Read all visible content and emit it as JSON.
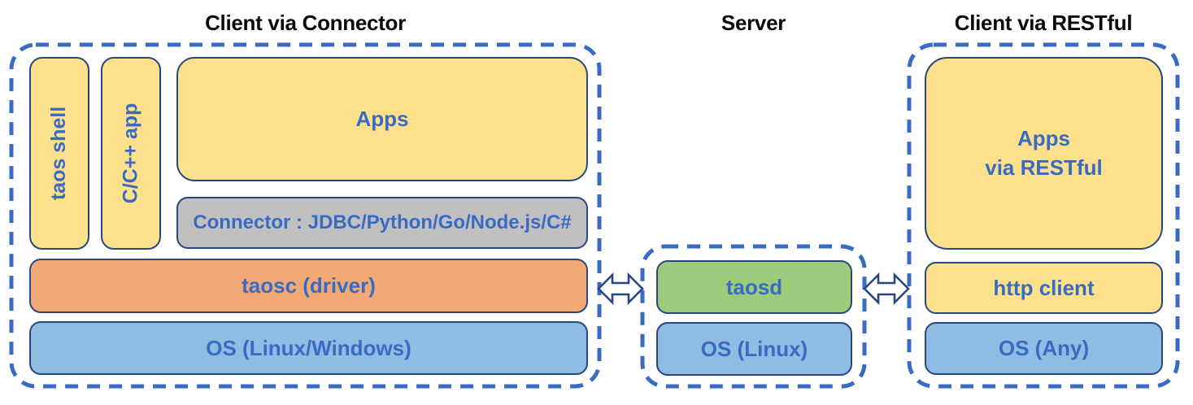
{
  "titles": {
    "connector": "Client via Connector",
    "server": "Server",
    "restful": "Client via RESTful"
  },
  "client_connector": {
    "taos_shell": "taos shell",
    "cpp_app": "C/C++ app",
    "apps": "Apps",
    "connector": "Connector : JDBC/Python/Go/Node.js/C#",
    "taosc": "taosc (driver)",
    "os": "OS (Linux/Windows)"
  },
  "server": {
    "taosd": "taosd",
    "os": "OS (Linux)"
  },
  "client_restful": {
    "apps_line1": "Apps",
    "apps_line2": "via RESTful",
    "http_client": "http client",
    "os": "OS (Any)"
  },
  "icons": {
    "left_link": "bidirectional-arrow",
    "right_link": "bidirectional-arrow"
  },
  "colors": {
    "yellow": "#FCE08C",
    "orange": "#F3A976",
    "blue": "#8FBCE3",
    "green": "#9CCB7B",
    "gray": "#C0C0C1",
    "navy": "#28477E",
    "dash": "#3A6BC2",
    "label": "#3A6BC2",
    "title": "#0A0A0A"
  }
}
